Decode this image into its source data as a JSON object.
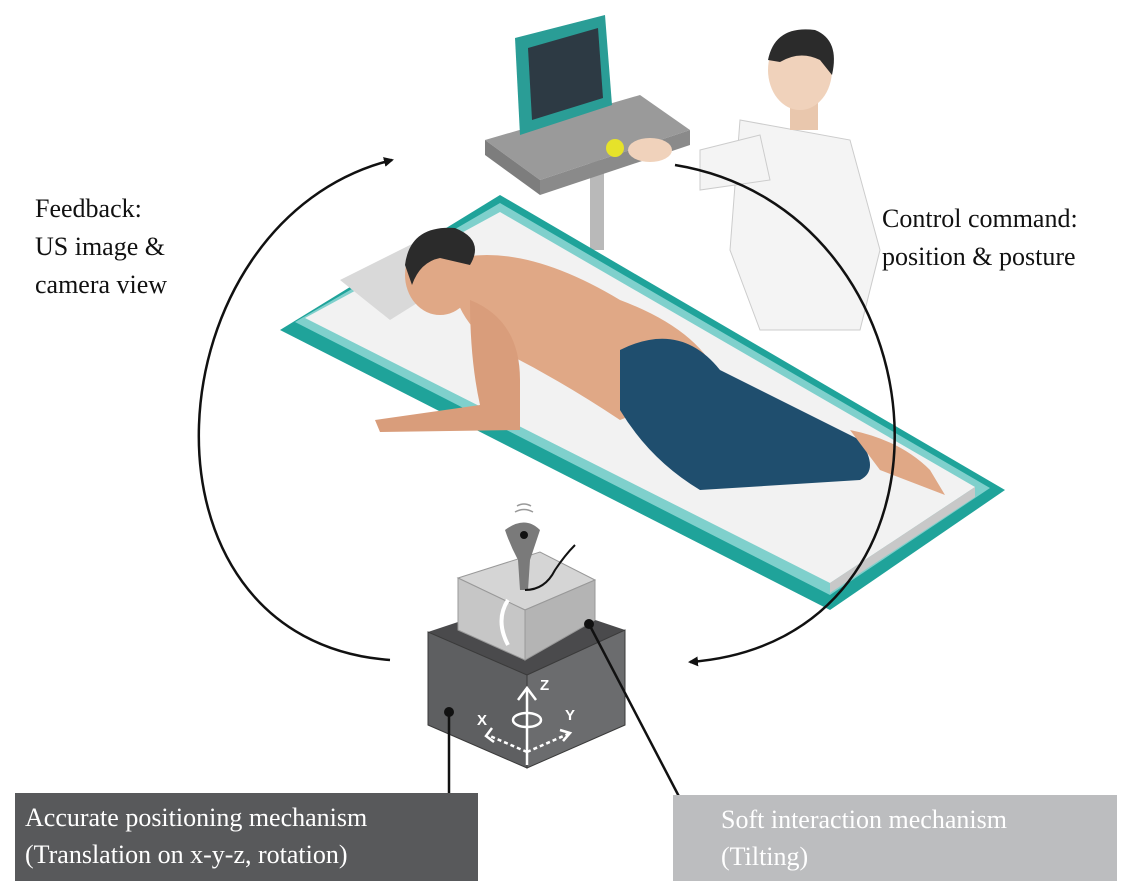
{
  "feedback": {
    "lines": [
      "Feedback:",
      "US image &",
      "camera view"
    ]
  },
  "control": {
    "lines": [
      "Control command:",
      "position & posture"
    ]
  },
  "axes": {
    "x": "X",
    "y": "Y",
    "z": "Z"
  },
  "positioning_box": {
    "lines": [
      "Accurate positioning mechanism",
      "(Translation on x-y-z, rotation)"
    ],
    "color": "#58595b"
  },
  "soft_box": {
    "lines": [
      "Soft interaction mechanism",
      "(Tilting)"
    ],
    "color": "#bcbdbf"
  },
  "colors": {
    "bed": "#1fa39a",
    "bed_light": "#7fd0cc",
    "skin": "#e0a886",
    "pants": "#1f4e6e"
  }
}
